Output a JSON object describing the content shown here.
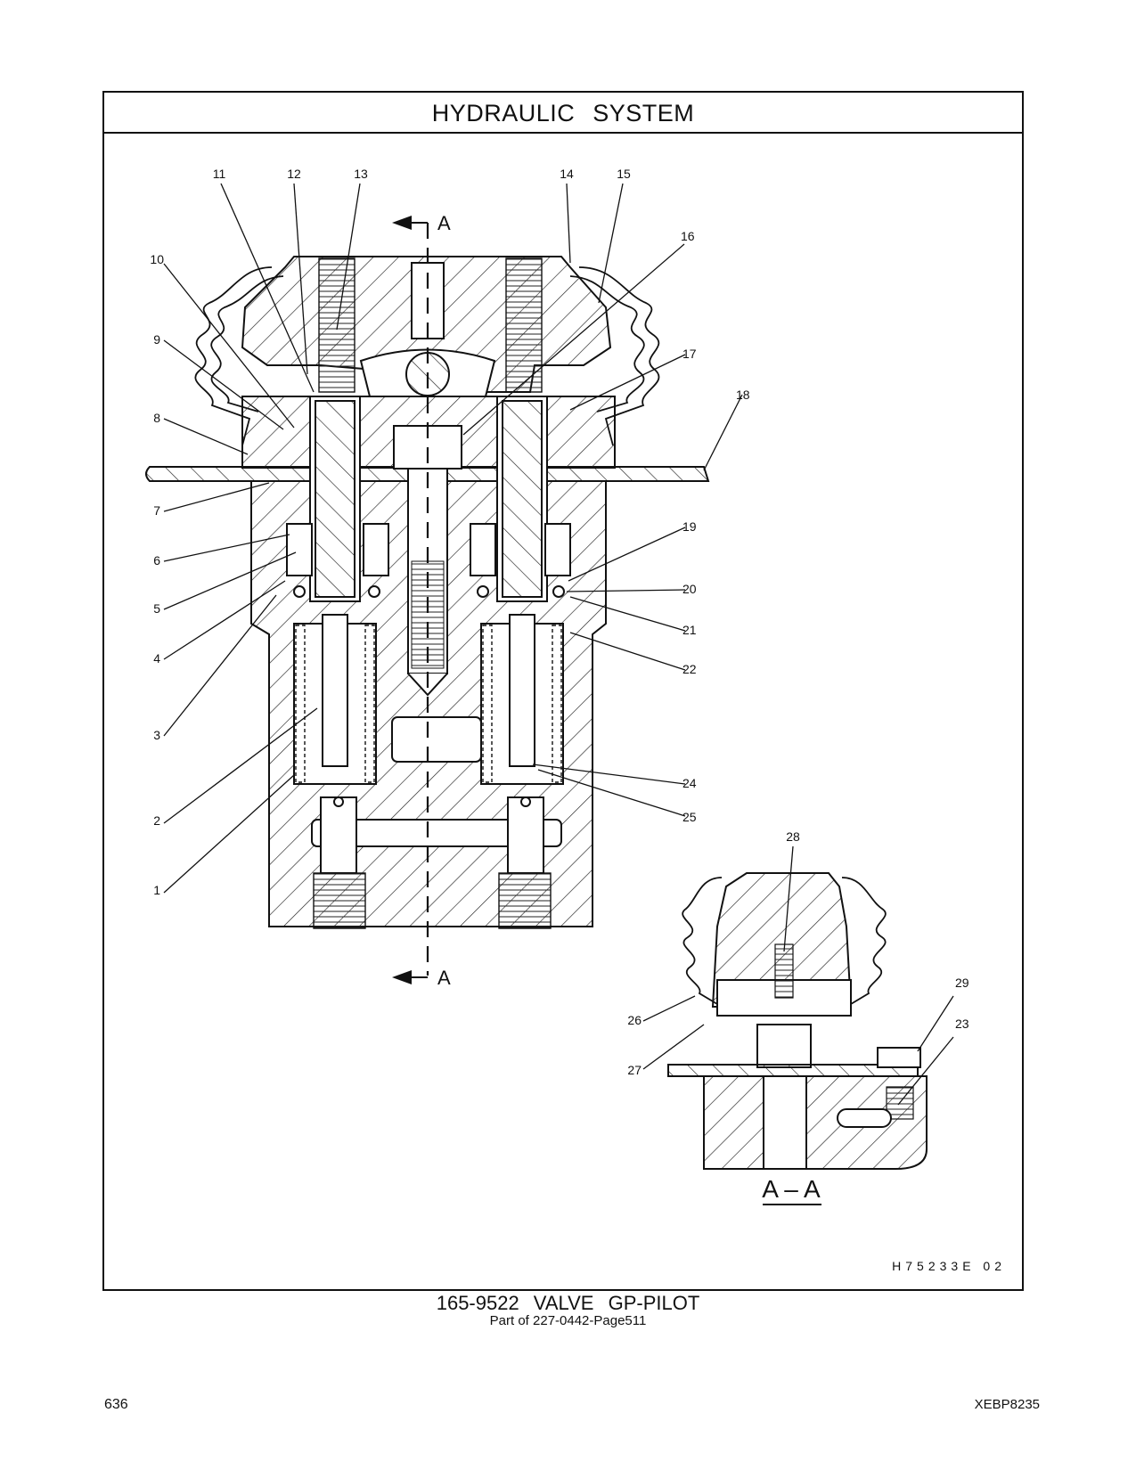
{
  "header": {
    "title": "HYDRAULIC   SYSTEM"
  },
  "diagram": {
    "callouts": [
      "1",
      "2",
      "3",
      "4",
      "5",
      "6",
      "7",
      "8",
      "9",
      "10",
      "11",
      "12",
      "13",
      "14",
      "15",
      "16",
      "17",
      "18",
      "19",
      "20",
      "21",
      "22",
      "23",
      "24",
      "25",
      "26",
      "27",
      "28",
      "29"
    ],
    "section_marker_letter": "A",
    "section_view_label": "A – A",
    "drawing_id": "H75233E    02"
  },
  "caption": {
    "part_title": "165-9522   VALVE  GP-PILOT",
    "part_reference": "Part of 227-0442-Page511"
  },
  "footer": {
    "page_number": "636",
    "document_number": "XEBP8235"
  }
}
